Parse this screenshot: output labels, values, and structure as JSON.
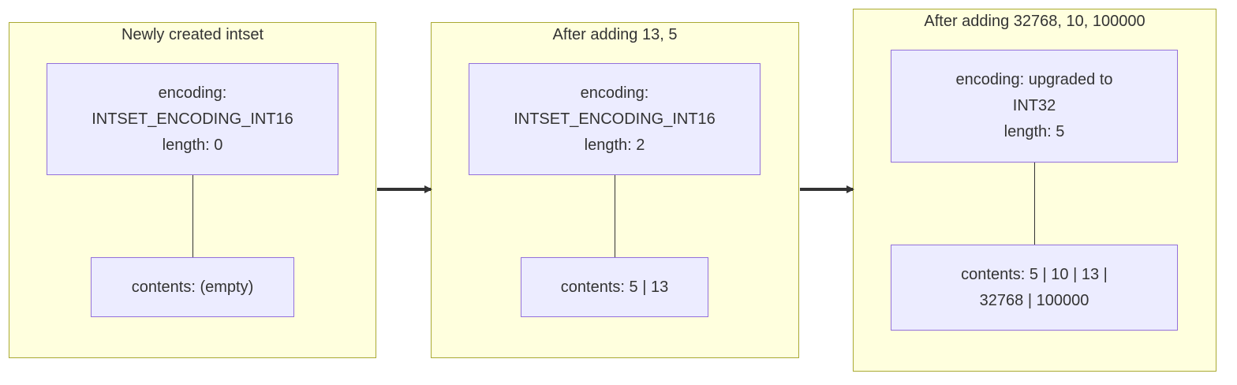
{
  "colors": {
    "cluster_fill": "#ffffde",
    "cluster_border": "#aaaa33",
    "node_fill": "#ececff",
    "node_border": "#9370db",
    "edge": "#333333"
  },
  "stages": [
    {
      "title": "Newly created intset",
      "header_lines": [
        "encoding:",
        "INTSET_ENCODING_INT16",
        "length: 0"
      ],
      "contents_lines": [
        "contents: (empty)"
      ]
    },
    {
      "title": "After adding 13, 5",
      "header_lines": [
        "encoding:",
        "INTSET_ENCODING_INT16",
        "length: 2"
      ],
      "contents_lines": [
        "contents: 5 | 13"
      ]
    },
    {
      "title": "After adding 32768, 10, 100000",
      "header_lines": [
        "encoding: upgraded to",
        "INT32",
        "length: 5"
      ],
      "contents_lines": [
        "contents: 5 | 10 | 13 |",
        "32768 | 100000"
      ]
    }
  ]
}
